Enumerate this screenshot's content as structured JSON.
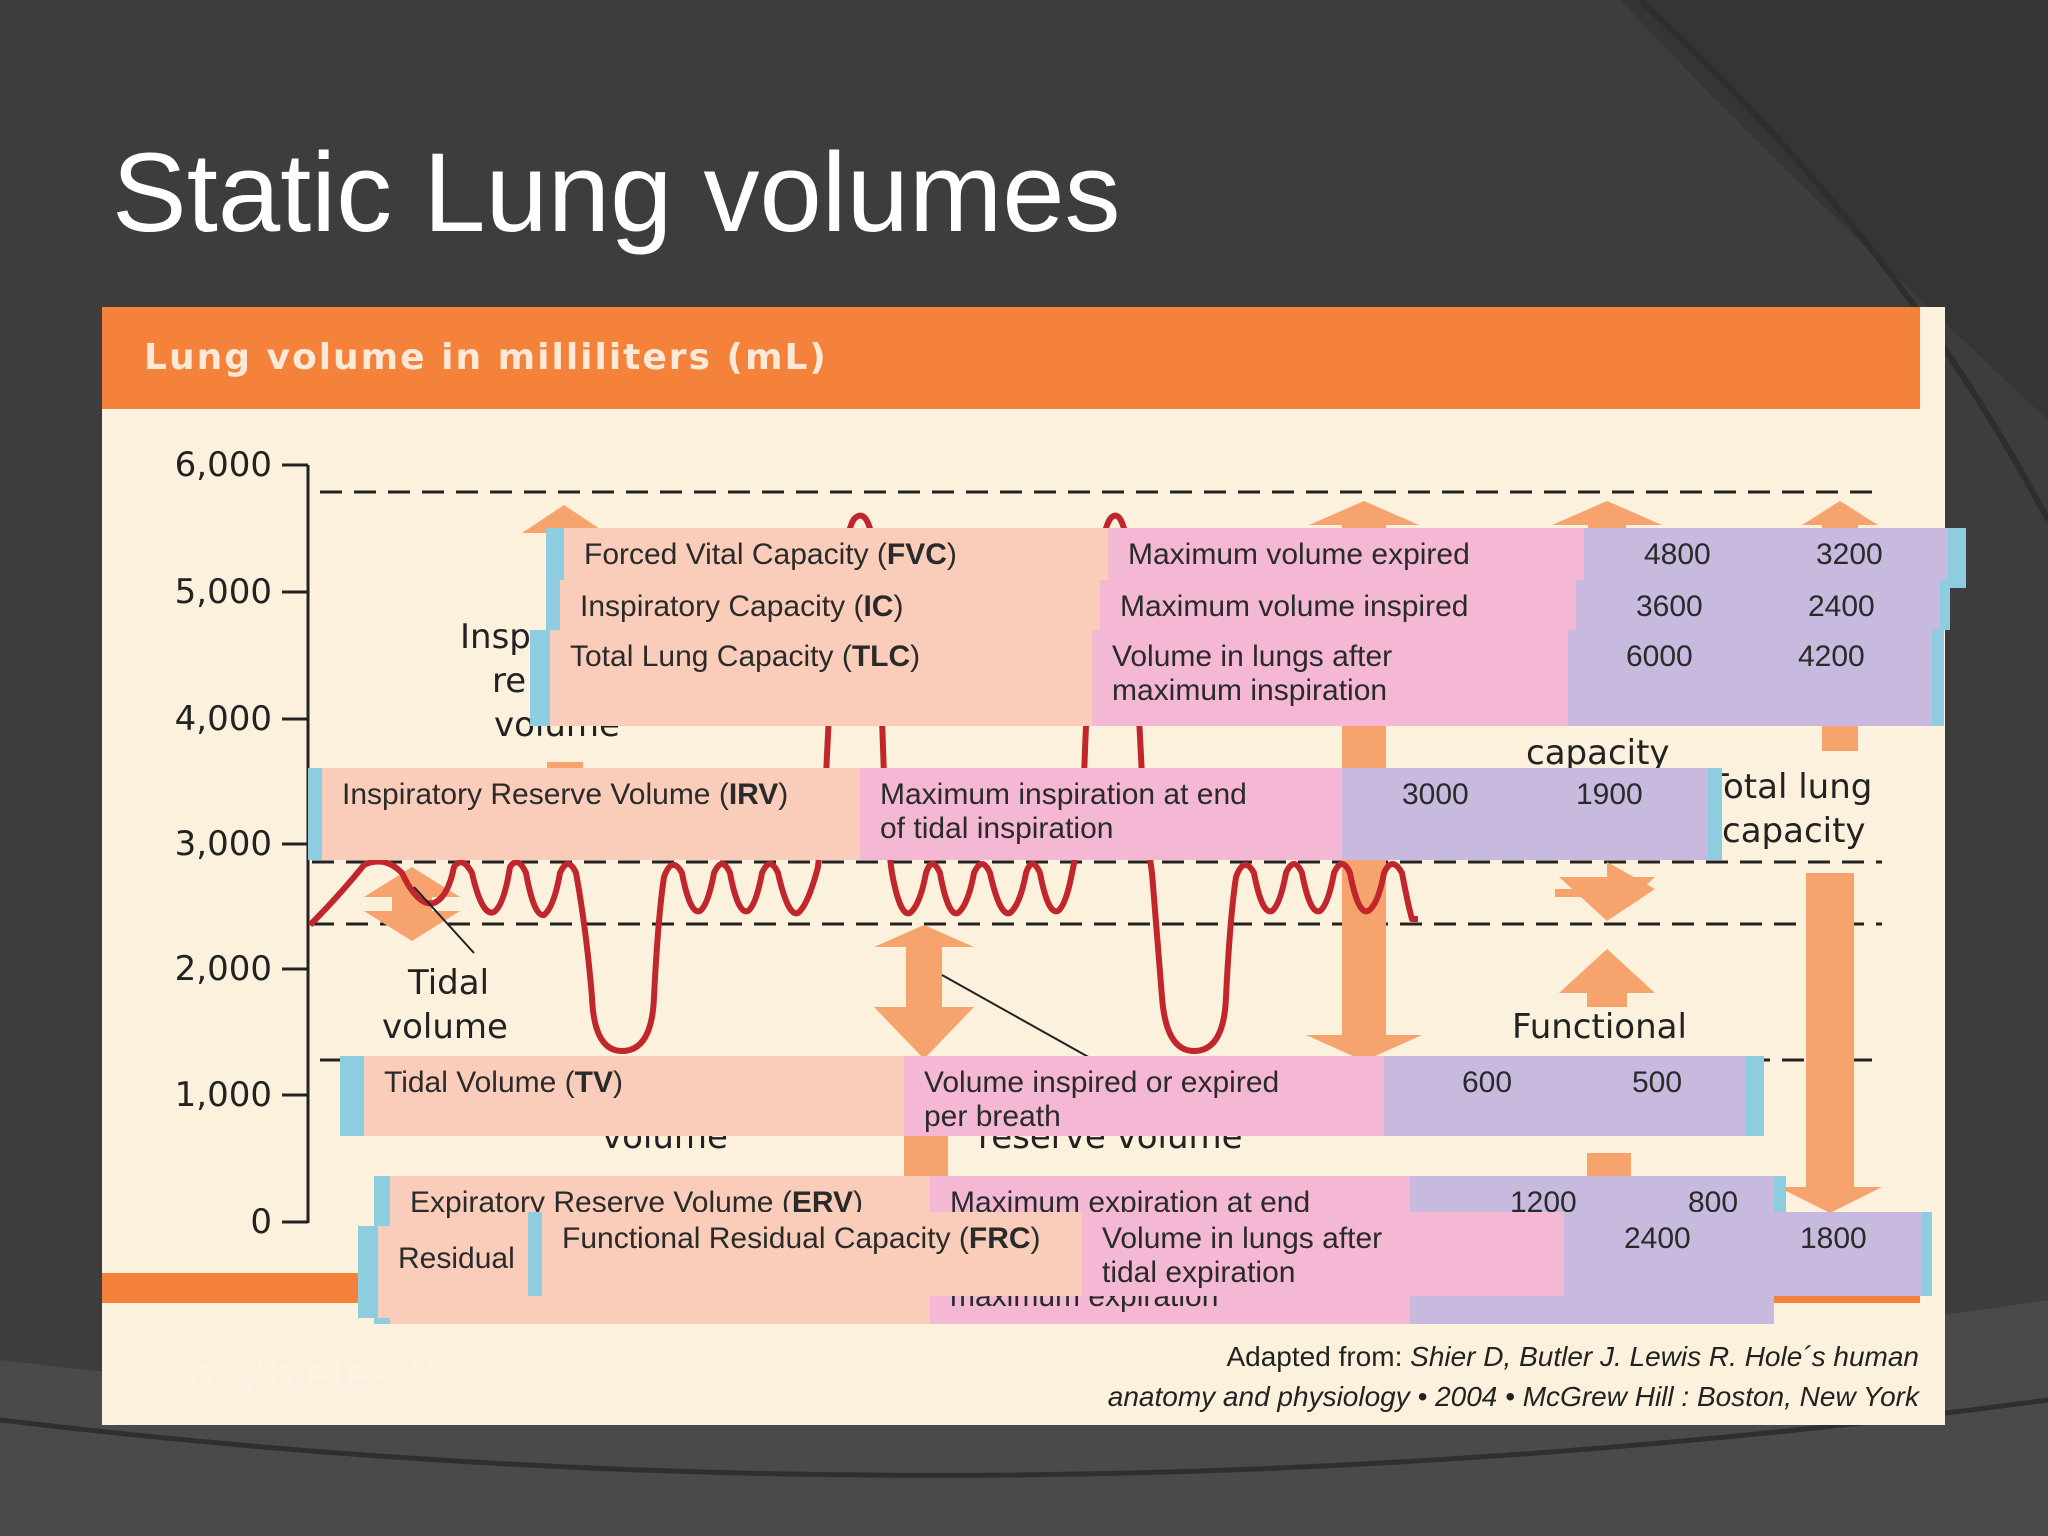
{
  "slide": {
    "title": "Static Lung volumes",
    "note": "In athletes ?"
  },
  "figure": {
    "header": "Lung volume in milliliters (mL)",
    "y_ticks": [
      "6,000",
      "5,000",
      "4,000",
      "3,000",
      "2,000",
      "1,000",
      "0"
    ],
    "labels": {
      "insp_a": "Insp",
      "insp_b": "re",
      "insp_c": "volume",
      "tidal_a": "Tidal",
      "tidal_b": "volume",
      "capacity": "capacity",
      "total_a": "Total lung",
      "total_b": "capacity",
      "functional": "Functional",
      "volume_low": "volume",
      "reserve_volume": "reserve volume"
    },
    "caption_line1_plain": "Adapted from:",
    "caption_line1_italic": "Shier D, Butler J. Lewis R. Hole´s human",
    "caption_line2_italic": "anatomy and physiology • 2004 • McGrew Hill : Boston, New York"
  },
  "table": {
    "rows": [
      {
        "name_pre": "Forced Vital Capacity (",
        "abbr": "FVC",
        "name_post": ")",
        "desc": "Maximum volume expired",
        "desc2": "",
        "v1": "4800",
        "v2": "3200"
      },
      {
        "name_pre": "Inspiratory Capacity (",
        "abbr": "IC",
        "name_post": ")",
        "desc": "Maximum volume inspired",
        "desc2": "",
        "v1": "3600",
        "v2": "2400"
      },
      {
        "name_pre": "Total Lung Capacity (",
        "abbr": "TLC",
        "name_post": ")",
        "desc": "Volume in lungs after",
        "desc2": "maximum inspiration",
        "v1": "6000",
        "v2": "4200"
      },
      {
        "name_pre": "Inspiratory Reserve Volume (",
        "abbr": "IRV",
        "name_post": ")",
        "desc": "Maximum inspiration at end",
        "desc2": "of tidal inspiration",
        "v1": "3000",
        "v2": "1900"
      },
      {
        "name_pre": "Tidal Volume (",
        "abbr": "TV",
        "name_post": ")",
        "desc": "Volume inspired or expired",
        "desc2": "per breath",
        "v1": "600",
        "v2": "500"
      },
      {
        "name_pre": "Expiratory Reserve Volume (",
        "abbr": "ERV",
        "name_post": ")",
        "desc": "Maximum expiration at end",
        "desc2": "",
        "v1": "1200",
        "v2": "800"
      },
      {
        "name_pre": "Residual ",
        "abbr": "",
        "name_post": "",
        "desc": "",
        "desc2": "maximum expiration",
        "v1": "",
        "v2": ""
      },
      {
        "name_pre": "Functional Residual Capacity (",
        "abbr": "FRC",
        "name_post": ")",
        "desc": "Volume in lungs after",
        "desc2": "tidal expiration",
        "v1": "2400",
        "v2": "1800"
      }
    ]
  },
  "colors": {
    "background": "#3d3d3d",
    "orange": "#f5823a",
    "arrow": "#f6a36e",
    "trace": "#c0262b",
    "edge": "#8ecde0",
    "name_cell": "#f9cdb9",
    "desc_cell": "#f4b7d4",
    "value_cell": "#c8b9df"
  }
}
